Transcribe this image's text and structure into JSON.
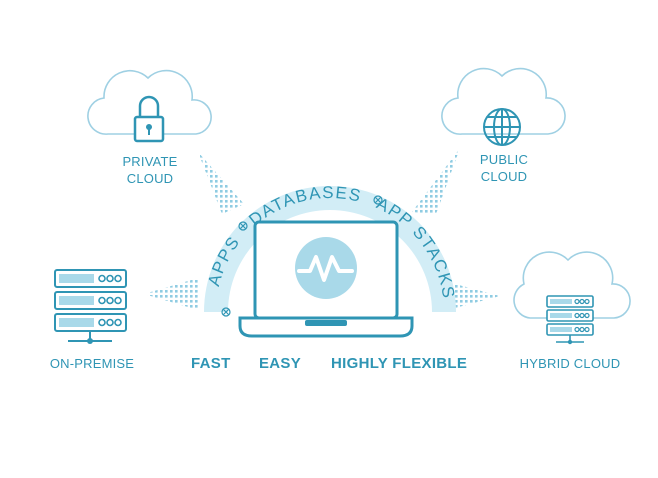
{
  "colors": {
    "accent": "#2f95b4",
    "light": "#a9d9e9",
    "arc": "#d2edf6",
    "cloud_stroke": "#9fd0e3"
  },
  "locations": {
    "private_cloud": "PRIVATE\nCLOUD",
    "public_cloud": "PUBLIC\nCLOUD",
    "on_premise": "ON-PREMISE",
    "hybrid_cloud": "HYBRID CLOUD"
  },
  "arc_words": {
    "apps": "APPS",
    "databases": "DATABASES",
    "app_stacks": "APP STACKS"
  },
  "features": {
    "fast": "FAST",
    "easy": "EASY",
    "highly_flexible": "HIGHLY FLEXIBLE"
  },
  "icons": {
    "private": "lock-icon",
    "public": "globe-icon",
    "on_premise": "server-rack-icon",
    "hybrid": "server-rack-icon",
    "center": "laptop-icon",
    "logo": "pulse-logo-icon"
  }
}
